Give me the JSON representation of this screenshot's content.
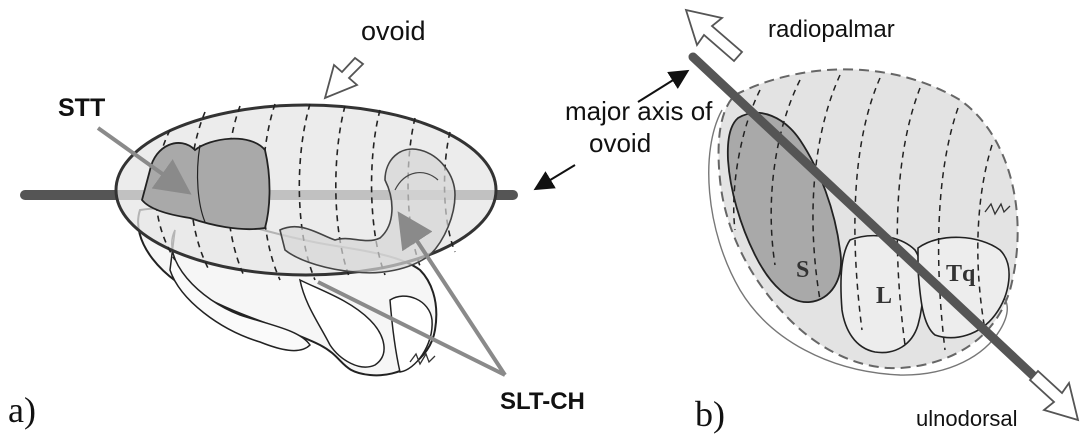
{
  "panel_a": {
    "letter": "a)",
    "labels": {
      "ovoid": "ovoid",
      "stt": "STT",
      "major_axis_line1": "major axis of",
      "major_axis_line2": "ovoid",
      "slt_ch": "SLT-CH"
    }
  },
  "panel_b": {
    "letter": "b)",
    "labels": {
      "radiopalmar": "radiopalmar",
      "ulnodorsal": "ulnodorsal",
      "scaphoid": "S",
      "lunate": "L",
      "triquetrum": "Tq"
    }
  },
  "colors": {
    "ovoid_fill": "#e6e6e6",
    "bone_dark": "#a9a9a9",
    "bone_light": "#ededed",
    "axis_rod": "#555555",
    "arrow_gray": "#8a8a8a",
    "ink": "#222222"
  }
}
